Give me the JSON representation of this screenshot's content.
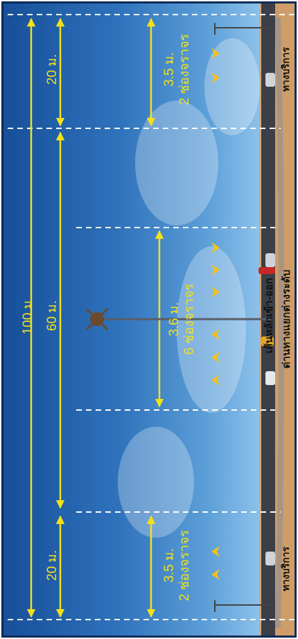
{
  "colors": {
    "dimension_lines": "#f3e11a",
    "lane_guides": "#ffffff",
    "sky_deep": "#174f99",
    "sky_light": "#8dc1ea",
    "ground": "#cf9d67",
    "frame": "#0b2a57"
  },
  "labels": {
    "total_width": "100 ม.",
    "main_road_width": "60 ม.",
    "side_left_width": "20 ม.",
    "side_right_width": "20 ม.",
    "side_left_lane_width": "3.5 ม.",
    "side_left_lanes": "2 ช่องจราจร",
    "side_right_lane_width": "3.5 ม.",
    "side_right_lanes": "2 ช่องจราจร",
    "main_lane_width": "3.6 ม.",
    "main_lanes": "6 ช่องจราจร",
    "main_road_name": "เส้นหลักเข้า-ออก",
    "main_road_sub": "ด่านทางแยกต่างระดับ",
    "service_road_left": "ทางบริการ",
    "service_road_right": "ทางบริการ"
  },
  "icons": [
    "street-lamp-icon",
    "traffic-direction-arrow-icon",
    "vehicle-icon"
  ]
}
